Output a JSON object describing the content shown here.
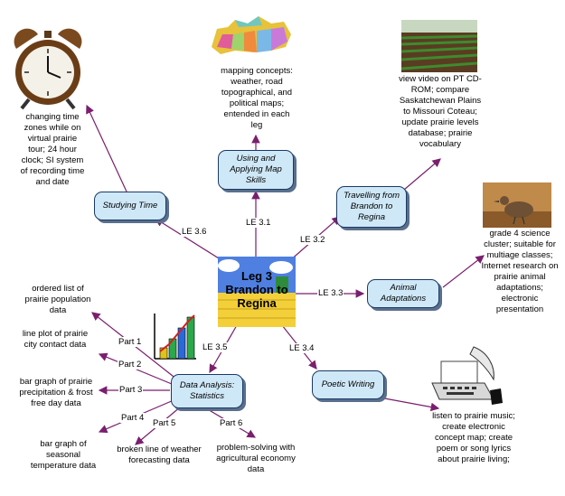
{
  "center": {
    "title": "Leg 3 Brandon to Regina"
  },
  "nodes": {
    "using_maps": "Using and Applying Map Skills",
    "studying_time": "Studying Time",
    "travelling": "Travelling from Brandon to Regina",
    "animal": "Animal Adaptations",
    "poetic": "Poetic Writing",
    "data_analysis": "Data Analysis: Statistics"
  },
  "link_labels": {
    "le31": "LE 3.1",
    "le32": "LE 3.2",
    "le33": "LE 3.3",
    "le34": "LE 3.4",
    "le35": "LE 3.5",
    "le36": "LE 3.6",
    "part1": "Part 1",
    "part2": "Part 2",
    "part3": "Part 3",
    "part4": "Part 4",
    "part5": "Part 5",
    "part6": "Part 6"
  },
  "descriptions": {
    "mapping": "mapping concepts: weather, road topographical, and political maps; entended in each leg",
    "time": "changing time zones while on virtual prairie tour; 24 hour clock; SI system of recording time and date",
    "video": "view video on PT CD-ROM; compare Saskatchewan Plains to Missouri Coteau; update prairie levels database; prairie vocabulary",
    "science": "grade 4 science cluster; suitable for multiage classes; Internet research on prairie animal adaptations; electronic presentation",
    "music": "listen to prairie music; create electronic concept map; create poem or song lyrics about prairie living;",
    "ordered_list": "ordered list of prairie population data",
    "line_plot": "line plot of prairie city contact data",
    "bar_precip": "bar graph of prairie precipitation & frost free day data",
    "bar_temp": "bar graph of seasonal temperature data",
    "broken_line": "broken line of weather forecasting data",
    "problem_solving": "problem-solving with agricultural economy data"
  },
  "colors": {
    "arrow": "#7a1f6e",
    "node_fill": "#cfe8f7",
    "node_border": "#1a3a66"
  },
  "icons": [
    "alarm-clock-icon",
    "canada-map-icon",
    "crop-field-icon",
    "prairie-bird-icon",
    "bar-chart-icon",
    "typewriter-icon"
  ]
}
